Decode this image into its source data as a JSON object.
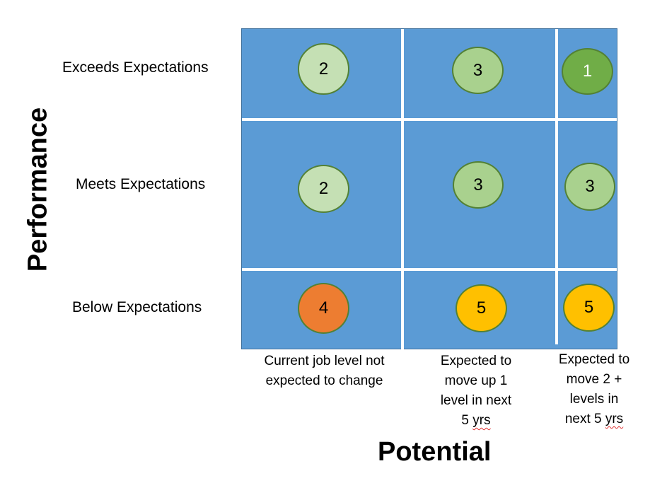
{
  "axes": {
    "y_title": "Performance",
    "x_title": "Potential"
  },
  "rows": [
    {
      "label": "Exceeds Expectations"
    },
    {
      "label": "Meets Expectations"
    },
    {
      "label": "Below Expectations"
    }
  ],
  "columns": [
    {
      "lines": [
        "Current job level not",
        "expected to change"
      ]
    },
    {
      "lines": [
        "Expected to",
        "move up 1",
        "level in next",
        "5 ",
        "yrs"
      ]
    },
    {
      "lines": [
        "Expected to",
        "move 2 +",
        "levels in",
        "next 5 ",
        "yrs"
      ]
    }
  ],
  "cells": [
    {
      "row": "Exceeds Expectations",
      "col": 1,
      "value": "2",
      "fill": "#c5e0b4",
      "text_color": "#000000"
    },
    {
      "row": "Exceeds Expectations",
      "col": 2,
      "value": "3",
      "fill": "#a9d18e",
      "text_color": "#000000"
    },
    {
      "row": "Exceeds Expectations",
      "col": 3,
      "value": "1",
      "fill": "#70ad47",
      "text_color": "#ffffff"
    },
    {
      "row": "Meets Expectations",
      "col": 1,
      "value": "2",
      "fill": "#c5e0b4",
      "text_color": "#000000"
    },
    {
      "row": "Meets Expectations",
      "col": 2,
      "value": "3",
      "fill": "#a9d18e",
      "text_color": "#000000"
    },
    {
      "row": "Meets Expectations",
      "col": 3,
      "value": "3",
      "fill": "#a9d18e",
      "text_color": "#000000"
    },
    {
      "row": "Below Expectations",
      "col": 1,
      "value": "4",
      "fill": "#ed7d31",
      "text_color": "#000000"
    },
    {
      "row": "Below Expectations",
      "col": 2,
      "value": "5",
      "fill": "#ffc000",
      "text_color": "#000000"
    },
    {
      "row": "Below Expectations",
      "col": 3,
      "value": "5",
      "fill": "#ffc000",
      "text_color": "#000000"
    }
  ],
  "colors": {
    "grid_fill": "#5b9bd5",
    "divider": "#ffffff"
  }
}
